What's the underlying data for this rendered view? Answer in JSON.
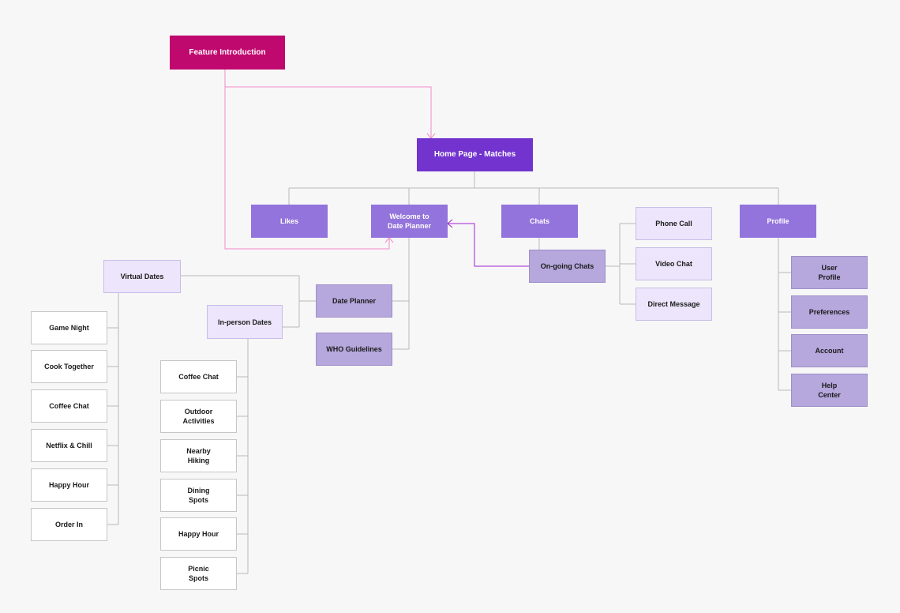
{
  "nodes": {
    "feature_intro": "Feature Introduction",
    "home": "Home Page - Matches",
    "likes": "Likes",
    "welcome": "Welcome to\nDate Planner",
    "chats": "Chats",
    "profile": "Profile",
    "phone_call": "Phone Call",
    "video_chat": "Video Chat",
    "direct_message": "Direct Message",
    "ongoing_chats": "On-going Chats",
    "user_profile": "User\nProfile",
    "preferences": "Preferences",
    "account": "Account",
    "help_center": "Help\nCenter",
    "virtual_dates": "Virtual Dates",
    "inperson_dates": "In-person Dates",
    "date_planner": "Date Planner",
    "who_guidelines": "WHO Guidelines",
    "virtual_items": [
      "Game Night",
      "Cook Together",
      "Coffee Chat",
      "Netflix & Chill",
      "Happy Hour",
      "Order In"
    ],
    "inperson_items": [
      "Coffee Chat",
      "Outdoor\nActivities",
      "Nearby\nHiking",
      "Dining\nSpots",
      "Happy Hour",
      "Picnic\nSpots"
    ]
  },
  "colors": {
    "magenta": "#c0096f",
    "purple_dark": "#7233cf",
    "purple_mid": "#9373dc",
    "purple_light": "#b6a7dc",
    "lavender": "#ece5fb",
    "connector": "#b9b9b9",
    "pink_arrow": "#f08bc8",
    "purple_arrow": "#a020d0"
  }
}
